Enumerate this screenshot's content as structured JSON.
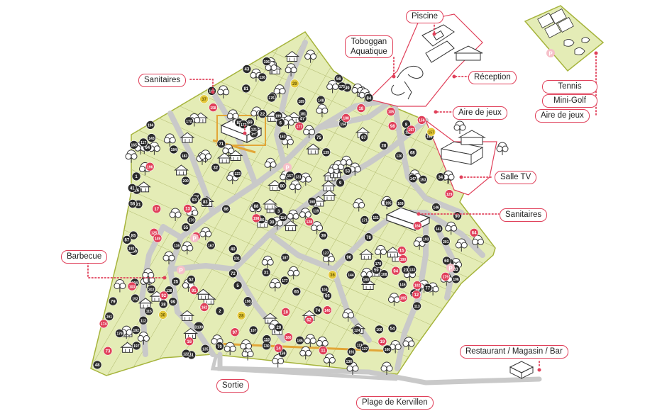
{
  "labels": {
    "piscine": "Piscine",
    "toboggan": "Toboggan\nAquatique",
    "toboggan_l1": "Toboggan",
    "toboggan_l2": "Aquatique",
    "sanitaires_top": "Sanitaires",
    "reception": "Réception",
    "aire_de_jeux": "Aire de jeux",
    "tennis": "Tennis",
    "mini_golf": "Mini-Golf",
    "aire_de_jeux_2": "Aire de jeux",
    "salle_tv": "Salle TV",
    "sanitaires_mid": "Sanitaires",
    "barbecue": "Barbecue",
    "restaurant": "Restaurant / Magasin / Bar",
    "sortie": "Sortie",
    "plage": "Plage de Kervillen",
    "parking": "P"
  },
  "colors": {
    "land": "#e4ecb6",
    "land_edge": "#a6b43c",
    "path": "#c9c9c9",
    "accent": "#e0405a",
    "marker_dark": "#2b2b2b",
    "road_orange": "#e2a637"
  },
  "pitch_markers": {
    "dark": [
      "1",
      "2",
      "3",
      "4",
      "5",
      "6",
      "8",
      "9",
      "20",
      "21",
      "22",
      "23",
      "25",
      "26",
      "27",
      "28",
      "30",
      "31",
      "32",
      "33",
      "34",
      "35",
      "38",
      "39",
      "40",
      "41",
      "43",
      "47",
      "48",
      "49",
      "51",
      "52",
      "53",
      "54",
      "55",
      "56",
      "57",
      "58",
      "59",
      "60",
      "64",
      "65",
      "66",
      "67",
      "68",
      "69",
      "70",
      "71",
      "72",
      "74",
      "75",
      "76",
      "77",
      "78",
      "79",
      "80",
      "81",
      "82",
      "83",
      "84",
      "85",
      "86",
      "87",
      "88",
      "89",
      "90",
      "93",
      "96",
      "99",
      "100",
      "101",
      "104",
      "106",
      "107",
      "108",
      "109",
      "110",
      "111",
      "112",
      "113",
      "114",
      "115",
      "116",
      "117",
      "118",
      "119",
      "120",
      "121",
      "122",
      "123",
      "124",
      "126",
      "127",
      "130",
      "131",
      "132",
      "133",
      "134",
      "135",
      "136",
      "137",
      "138",
      "139",
      "141",
      "142",
      "143",
      "144",
      "145",
      "146",
      "147",
      "148",
      "150",
      "151",
      "152",
      "153",
      "154",
      "155",
      "157",
      "159",
      "160",
      "161",
      "163",
      "165",
      "167",
      "168",
      "169",
      "170",
      "171",
      "172",
      "173",
      "175",
      "176",
      "177",
      "178",
      "179",
      "180",
      "181",
      "182",
      "183",
      "184",
      "185",
      "186",
      "187",
      "189",
      "191",
      "192",
      "193",
      "194",
      "195",
      "196",
      "197",
      "198",
      "199",
      "200",
      "201",
      "202",
      "B139"
    ],
    "pink": [
      "10",
      "11",
      "12",
      "13",
      "14",
      "15",
      "16",
      "17",
      "18",
      "19",
      "62",
      "63",
      "64",
      "73",
      "91",
      "92",
      "94",
      "97",
      "98",
      "102",
      "103",
      "105",
      "125",
      "128",
      "129",
      "140",
      "149",
      "156",
      "158",
      "162",
      "164",
      "166",
      "174",
      "177",
      "179",
      "188",
      "190",
      "195",
      "196",
      "197",
      "198"
    ],
    "yellow": [
      "28",
      "29",
      "30",
      "36",
      "37",
      "157"
    ]
  }
}
